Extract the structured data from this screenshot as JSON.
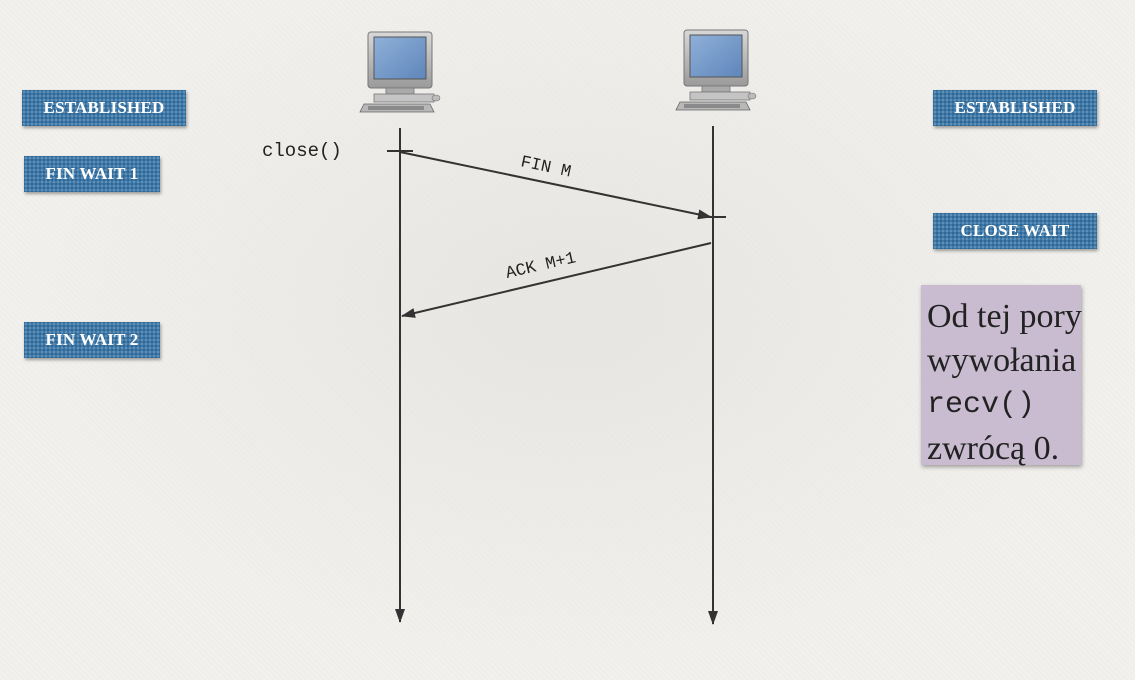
{
  "states": {
    "left_established": "ESTABLISHED",
    "left_fin_wait_1": "FIN WAIT 1",
    "left_fin_wait_2": "FIN WAIT 2",
    "right_established": "ESTABLISHED",
    "right_close_wait": "CLOSE WAIT"
  },
  "call": "close()",
  "messages": {
    "fin": "FIN M",
    "ack": "ACK M+1"
  },
  "note": {
    "line1": "Od tej pory",
    "line2": "wywołania",
    "line3": "recv()",
    "line4": "zwrócą 0."
  },
  "icons": {
    "left_host": "computer-icon",
    "right_host": "computer-icon"
  },
  "colors": {
    "state_box": "#3f79a8",
    "note_box": "#c9bcd1",
    "line": "#333333"
  }
}
